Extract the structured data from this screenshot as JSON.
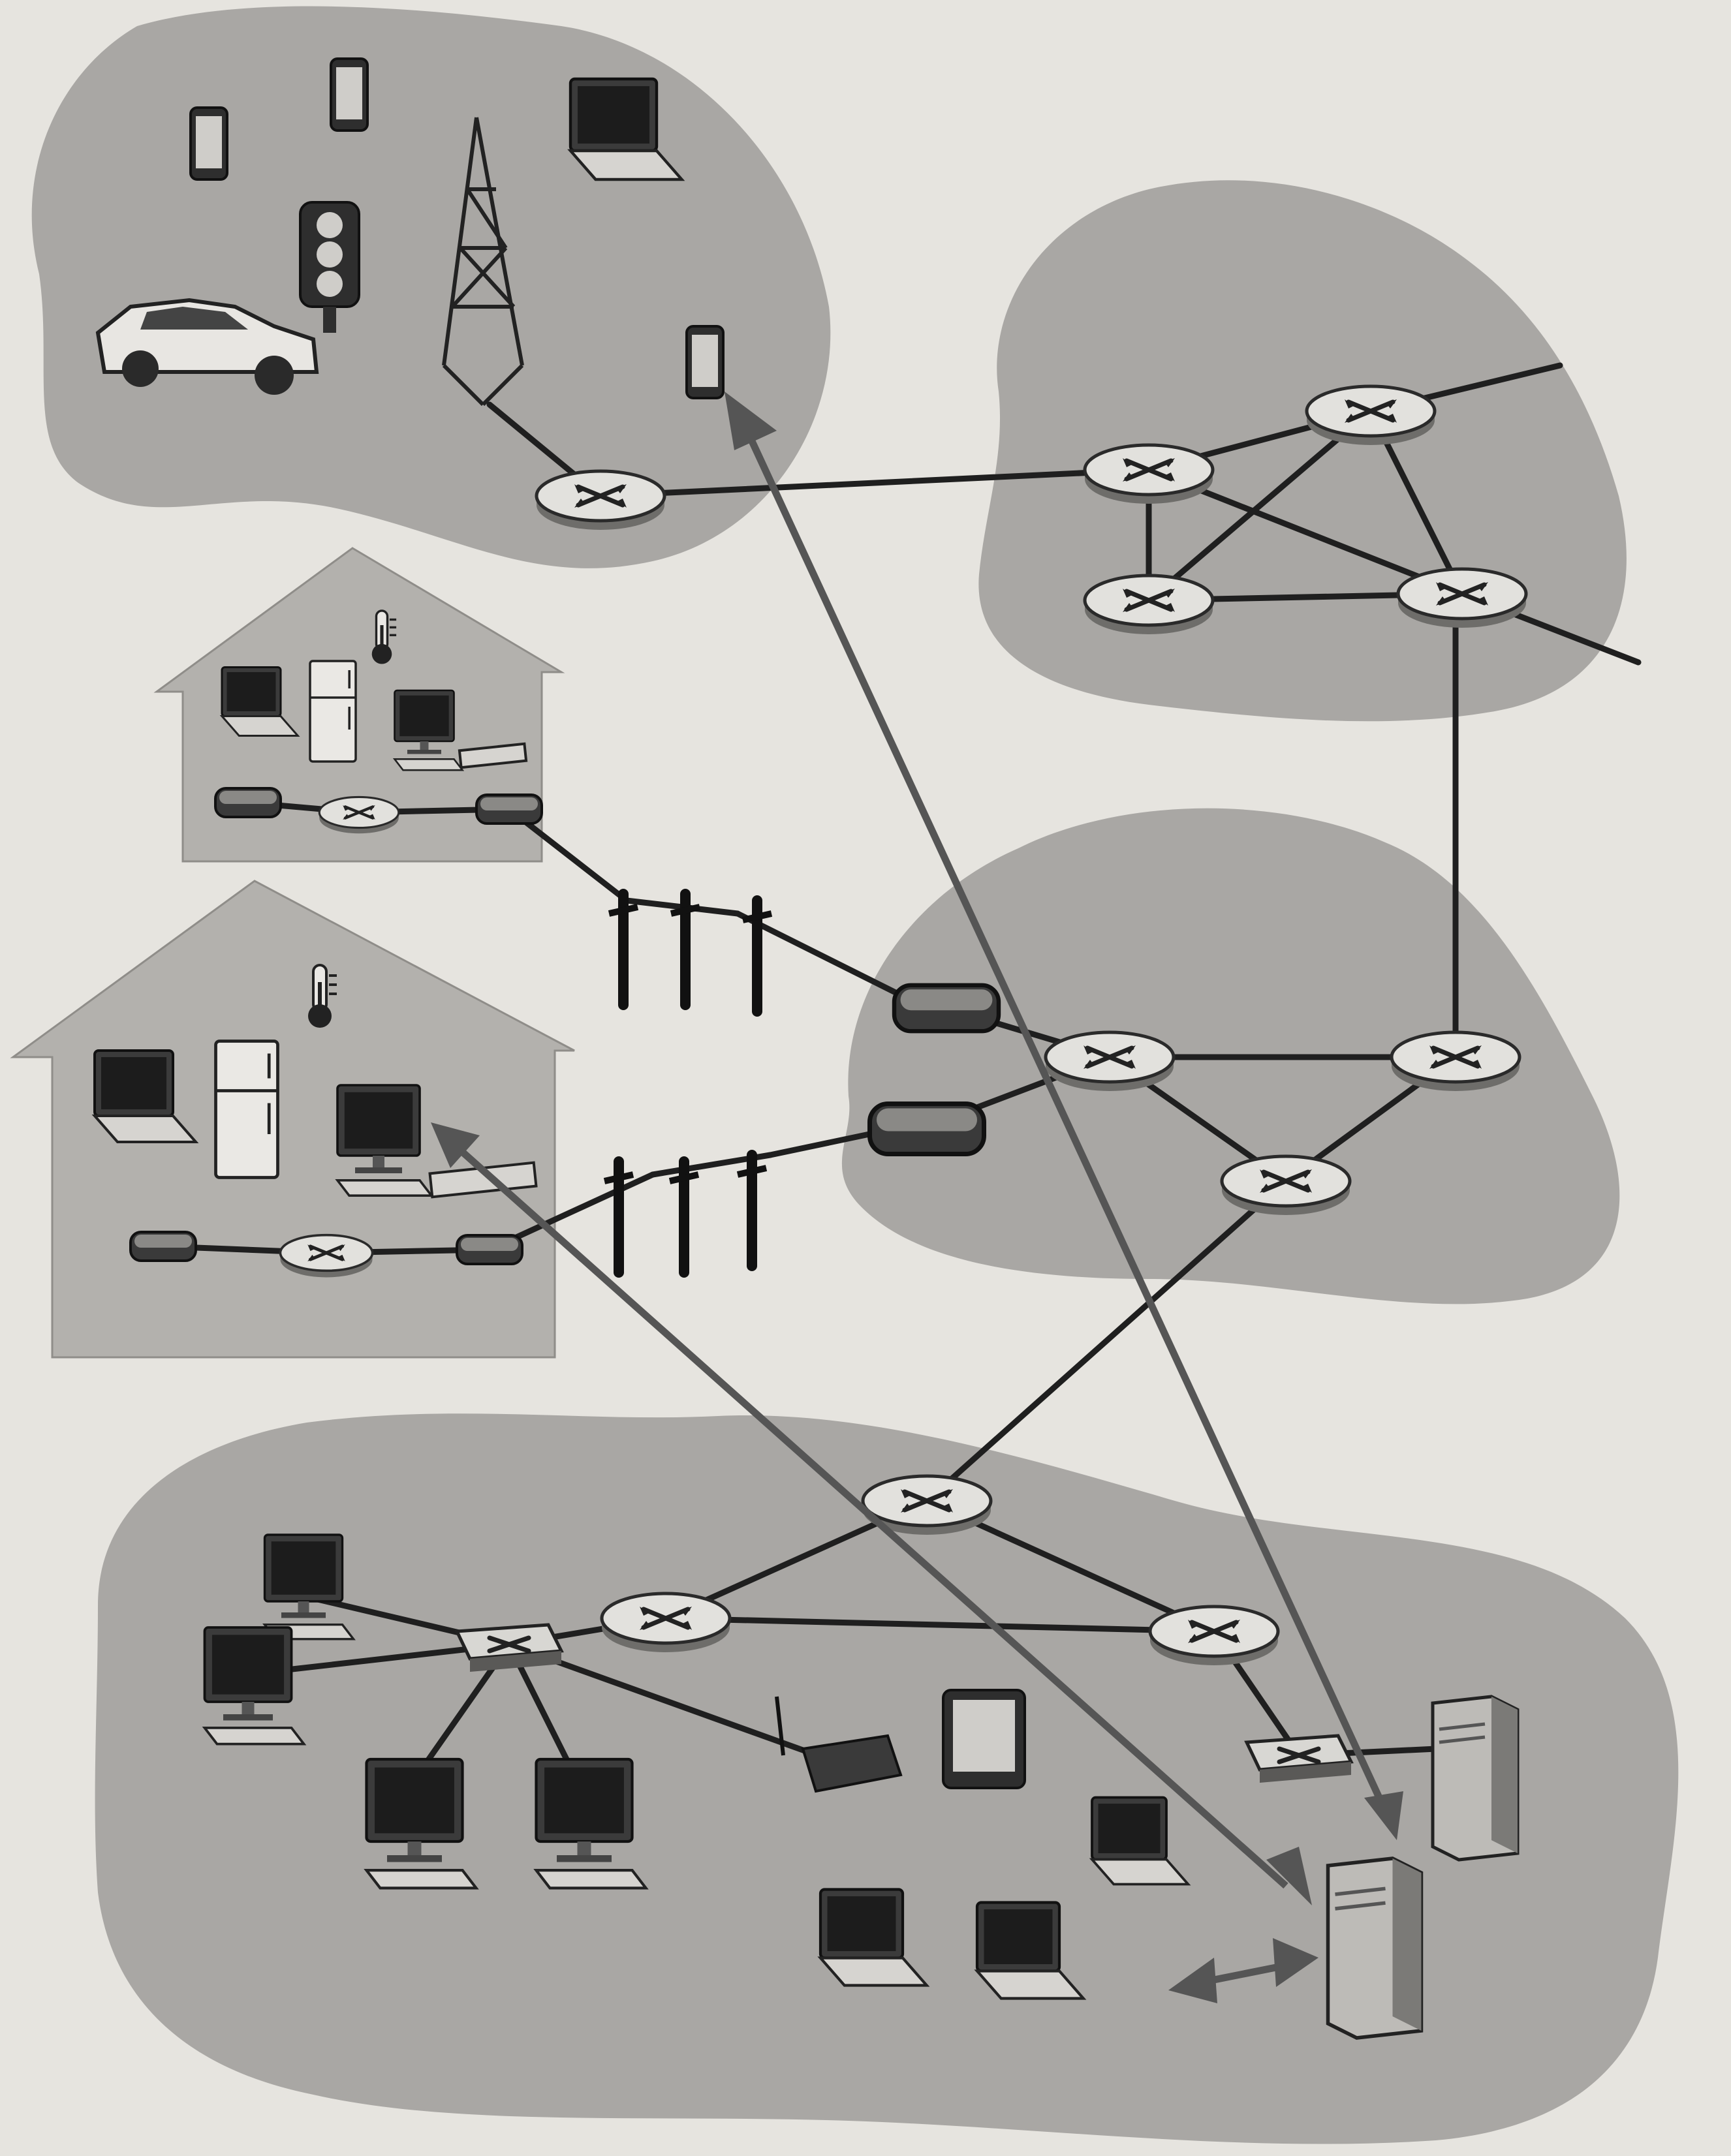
{
  "diagram": {
    "type": "network-topology",
    "colors": {
      "background": "#e6e4df",
      "region": "#a9a7a4",
      "link": "#1f1f1f",
      "flow_arrow": "#555555",
      "router_top": "#e2e1dd"
    },
    "regions": [
      {
        "id": "mobile-network",
        "icons": [
          "smartphone-icon",
          "smartphone-icon",
          "smartphone-icon",
          "laptop-icon",
          "traffic-light-icon",
          "car-icon",
          "cell-tower-icon",
          "router-icon"
        ]
      },
      {
        "id": "national-isp",
        "icons": [
          "router-icon",
          "router-icon",
          "router-icon",
          "router-icon"
        ]
      },
      {
        "id": "home-network-upper",
        "icons": [
          "laptop-icon",
          "refrigerator-icon",
          "monitor-icon",
          "keyboard-icon",
          "thermometer-icon",
          "modem-icon",
          "router-icon",
          "modem-icon"
        ]
      },
      {
        "id": "home-network-lower",
        "icons": [
          "laptop-icon",
          "refrigerator-icon",
          "monitor-icon",
          "keyboard-icon",
          "thermometer-icon",
          "modem-icon",
          "router-icon",
          "modem-icon"
        ]
      },
      {
        "id": "local-isp",
        "icons": [
          "router-icon",
          "router-icon",
          "router-icon",
          "cable-head-end-icon",
          "cable-head-end-icon"
        ]
      },
      {
        "id": "enterprise-network",
        "icons": [
          "router-icon",
          "router-icon",
          "router-icon",
          "link-layer-switch-icon",
          "link-layer-switch-icon",
          "monitor-icon",
          "monitor-icon",
          "monitor-icon",
          "monitor-icon",
          "tablet-icon",
          "laptop-icon",
          "laptop-icon",
          "laptop-icon",
          "wireless-access-point-icon",
          "server-icon",
          "server-icon"
        ]
      }
    ],
    "utility_poles": 6,
    "flow_arrows": 3
  }
}
